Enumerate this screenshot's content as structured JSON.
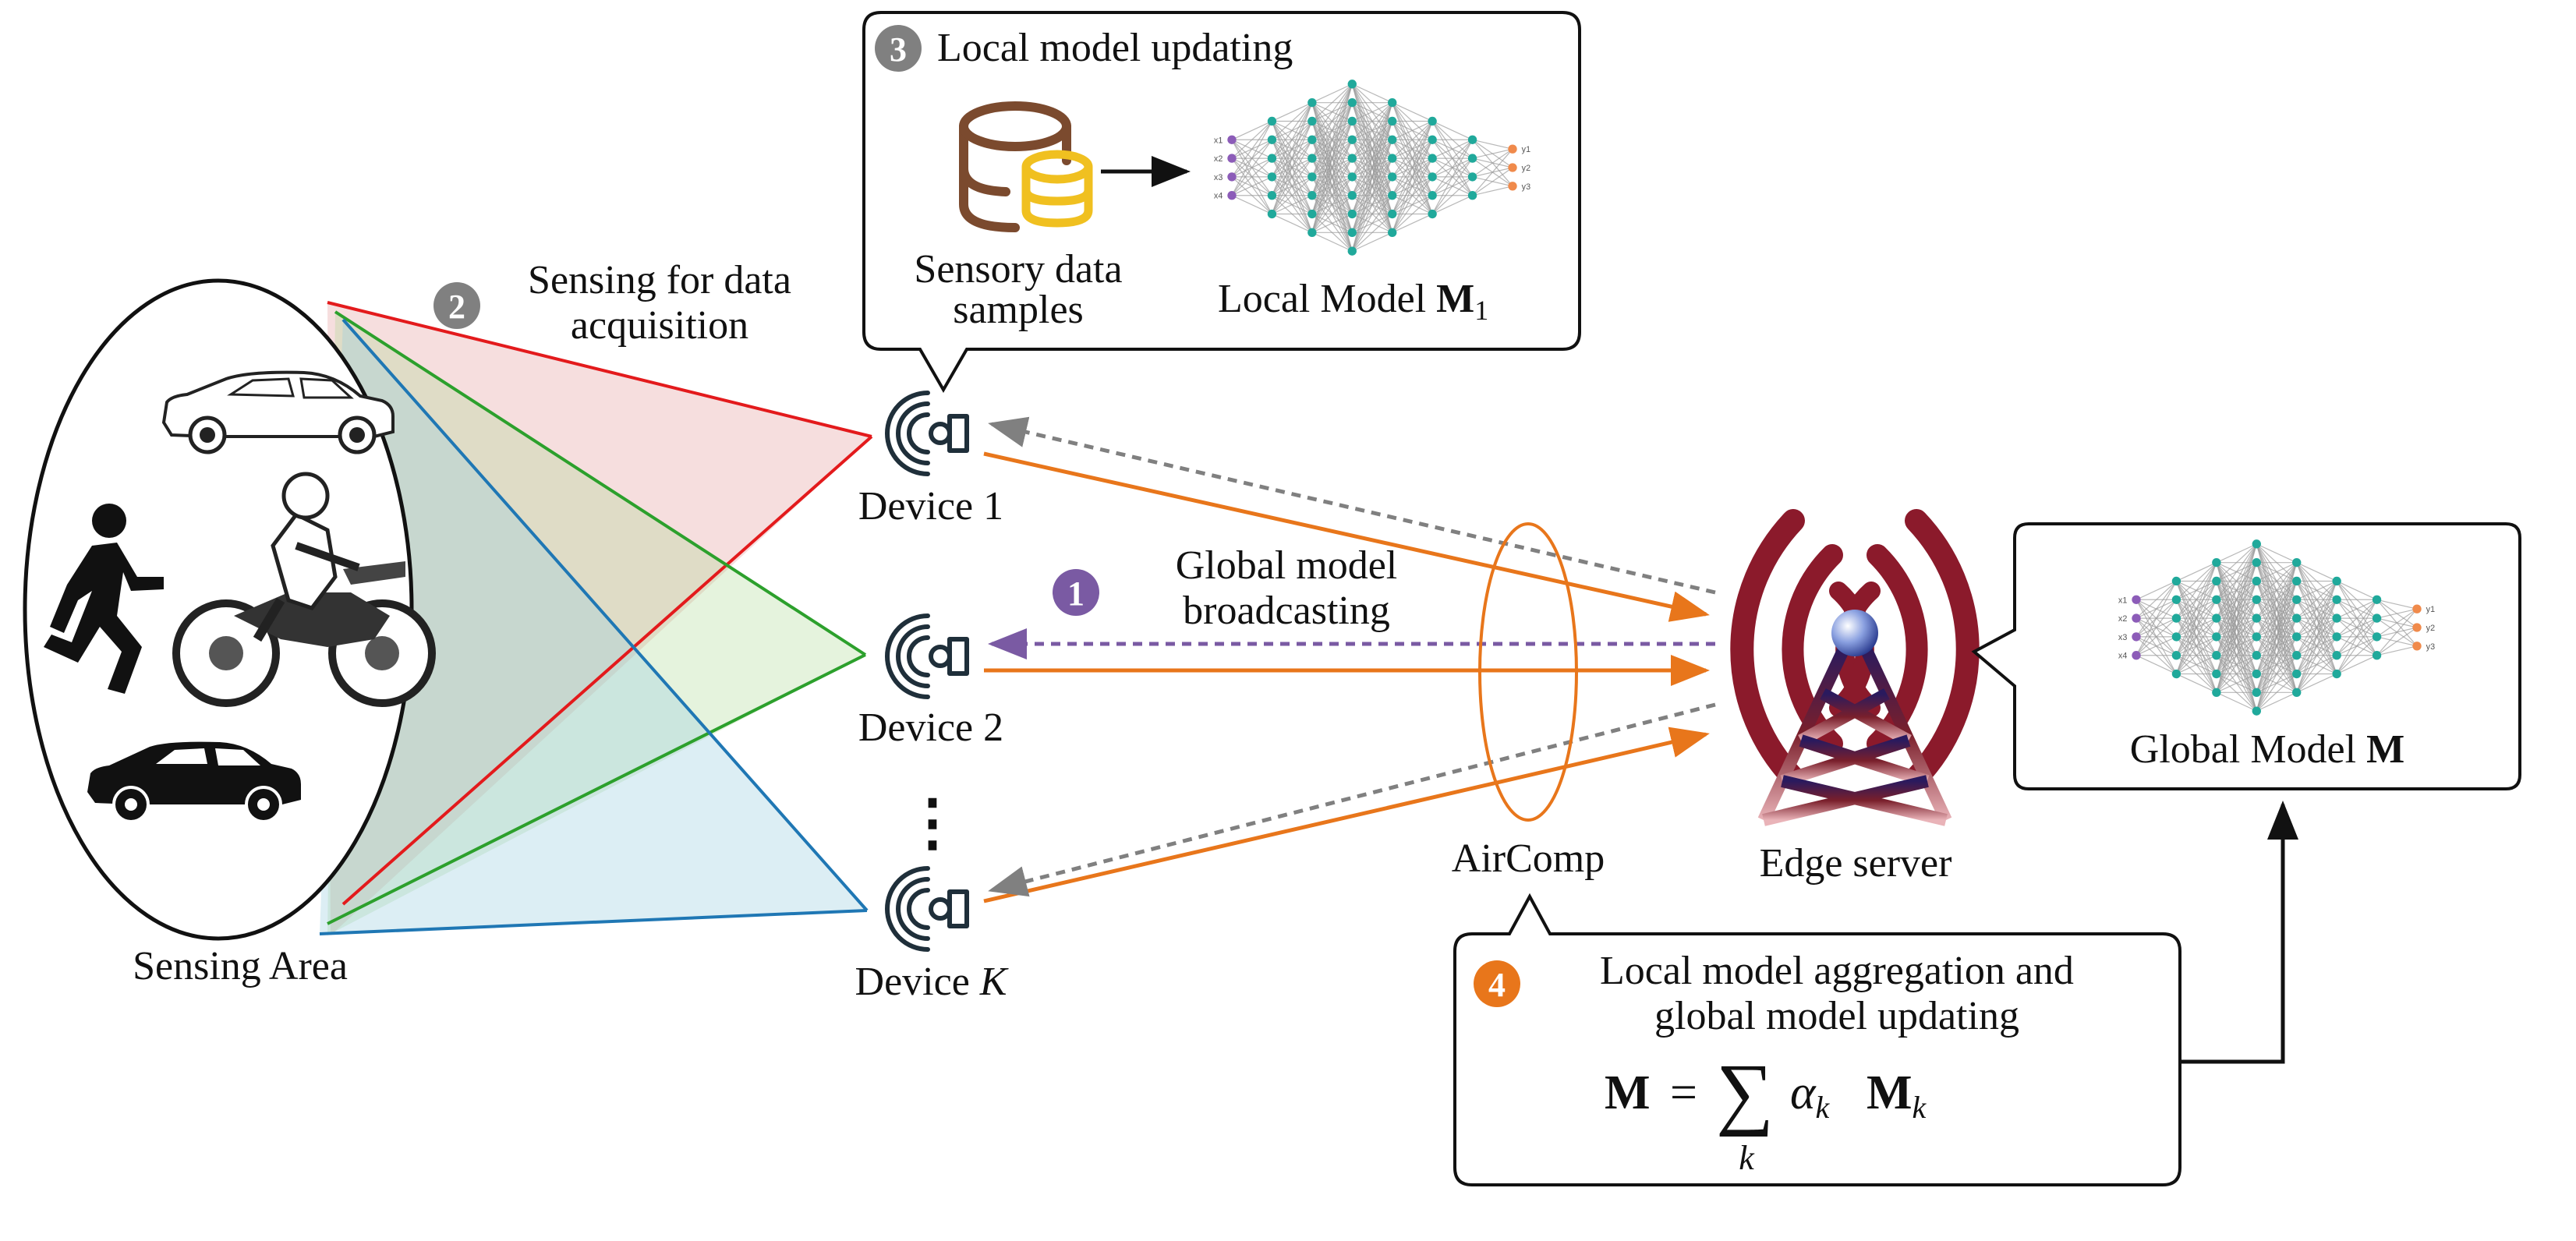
{
  "steps": {
    "s1": {
      "number": "1",
      "line1": "Global model",
      "line2": "broadcasting"
    },
    "s2": {
      "number": "2",
      "line1": "Sensing for data",
      "line2": "acquisition"
    },
    "s3": {
      "number": "3",
      "title": "Local model updating"
    },
    "s4": {
      "number": "4",
      "line1": "Local model aggregation and",
      "line2": "global model updating"
    }
  },
  "local_box": {
    "samples_line1": "Sensory data",
    "samples_line2": "samples",
    "model_text": "Local Model ",
    "model_symbol": "M",
    "model_subscript": "1"
  },
  "global_box": {
    "model_text": "Global Model ",
    "model_symbol": "M"
  },
  "formula": {
    "lhs": "M",
    "eq": "=",
    "sum": "∑",
    "sum_index": "k",
    "alpha": "α",
    "alpha_sub": "k",
    "m": "M",
    "m_sub": "k"
  },
  "devices": [
    {
      "name": "Device 1",
      "italic_suffix": ""
    },
    {
      "name": "Device 2",
      "italic_suffix": ""
    },
    {
      "name": "Device ",
      "italic_suffix": "K"
    }
  ],
  "ellipsis": "⋮",
  "sensing_area": "Sensing Area",
  "aircomp": "AirComp",
  "edge_server": "Edge server",
  "nn_inputs": [
    "x1",
    "x2",
    "x3",
    "x4"
  ],
  "nn_outputs": [
    "y1",
    "y2",
    "y3"
  ],
  "colors": {
    "red": "#e31a1c",
    "green": "#2ca02c",
    "blue": "#1f77b4",
    "orange": "#e8761b",
    "purple": "#7a5aa3",
    "gray": "#808080",
    "teal": "#20a99b",
    "node_purple": "#8c5cb8",
    "node_orange": "#f08a4b",
    "tower_dark": "#7a1f2b"
  }
}
